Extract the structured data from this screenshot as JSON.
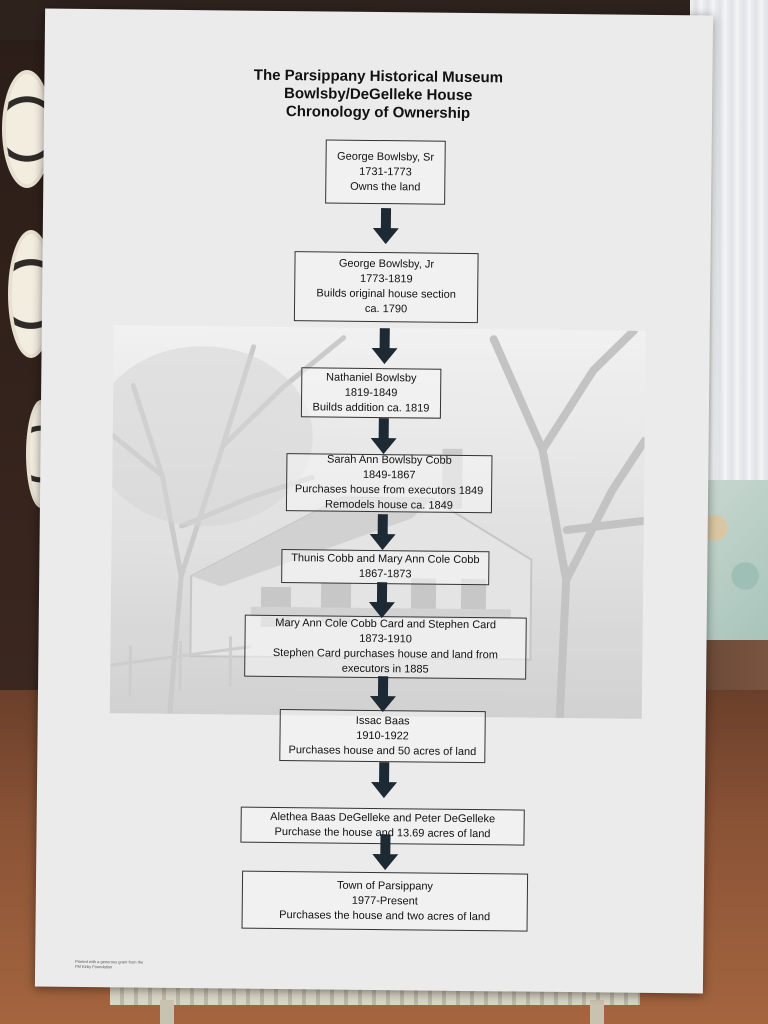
{
  "title": {
    "line1": "The Parsippany Historical Museum",
    "line2": "Bowlsby/DeGelleke House",
    "line3": "Chronology of Ownership"
  },
  "owners": [
    {
      "name": "George Bowlsby, Sr",
      "years": "1731-1773",
      "note1": "Owns the land",
      "note2": ""
    },
    {
      "name": "George Bowlsby, Jr",
      "years": "1773-1819",
      "note1": "Builds original house section",
      "note2": "ca. 1790"
    },
    {
      "name": "Nathaniel Bowlsby",
      "years": "1819-1849",
      "note1": "Builds addition ca. 1819",
      "note2": ""
    },
    {
      "name": "Sarah Ann Bowlsby Cobb",
      "years": "1849-1867",
      "note1": "Purchases house from executors 1849",
      "note2": "Remodels house ca. 1849"
    },
    {
      "name": "Thunis Cobb and Mary Ann Cole Cobb",
      "years": "1867-1873",
      "note1": "",
      "note2": ""
    },
    {
      "name": "Mary Ann Cole Cobb Card and Stephen Card",
      "years": "1873-1910",
      "note1": "Stephen Card purchases house and land from",
      "note2": "executors in 1885"
    },
    {
      "name": "Issac Baas",
      "years": "1910-1922",
      "note1": "Purchases house and 50 acres of land",
      "note2": ""
    },
    {
      "name": "Alethea Baas DeGelleke and Peter DeGelleke",
      "years": "",
      "note1": "Purchase the house and 13.69 acres of land",
      "note2": ""
    },
    {
      "name": "Town of Parsippany",
      "years": "1977-Present",
      "note1": "Purchases the house and two acres of land",
      "note2": ""
    }
  ],
  "credit": "Printed with a generous grant from the FM Kirby Foundation",
  "colors": {
    "board": "#ebebec",
    "arrow": "#1e2a33",
    "box_border": "#333333"
  }
}
